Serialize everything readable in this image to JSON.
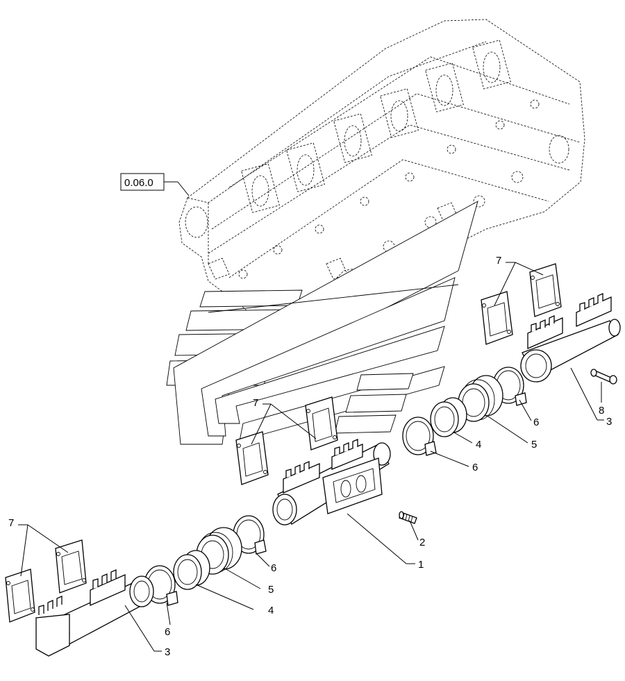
{
  "reference_box": {
    "text": "0.06.0"
  },
  "callouts": [
    {
      "id": "1",
      "text": "1"
    },
    {
      "id": "2",
      "text": "2"
    },
    {
      "id": "3a",
      "text": "3"
    },
    {
      "id": "3b",
      "text": "3"
    },
    {
      "id": "4a",
      "text": "4"
    },
    {
      "id": "4b",
      "text": "4"
    },
    {
      "id": "5a",
      "text": "5"
    },
    {
      "id": "5b",
      "text": "5"
    },
    {
      "id": "6a",
      "text": "6"
    },
    {
      "id": "6b",
      "text": "6"
    },
    {
      "id": "6c",
      "text": "6"
    },
    {
      "id": "6d",
      "text": "6"
    },
    {
      "id": "7a",
      "text": "7"
    },
    {
      "id": "7b",
      "text": "7"
    },
    {
      "id": "7c",
      "text": "7"
    },
    {
      "id": "8",
      "text": "8"
    }
  ],
  "parts": [
    {
      "name": "cylinder-head",
      "style": "phantom-dashed"
    },
    {
      "name": "exhaust-manifold-center-section",
      "ref": "1"
    },
    {
      "name": "stud",
      "ref": "2"
    },
    {
      "name": "exhaust-manifold-end-section",
      "ref": "3"
    },
    {
      "name": "sleeve",
      "ref": "4"
    },
    {
      "name": "bellows",
      "ref": "5"
    },
    {
      "name": "clamp",
      "ref": "6"
    },
    {
      "name": "gasket",
      "ref": "7"
    },
    {
      "name": "bolt",
      "ref": "8"
    }
  ]
}
